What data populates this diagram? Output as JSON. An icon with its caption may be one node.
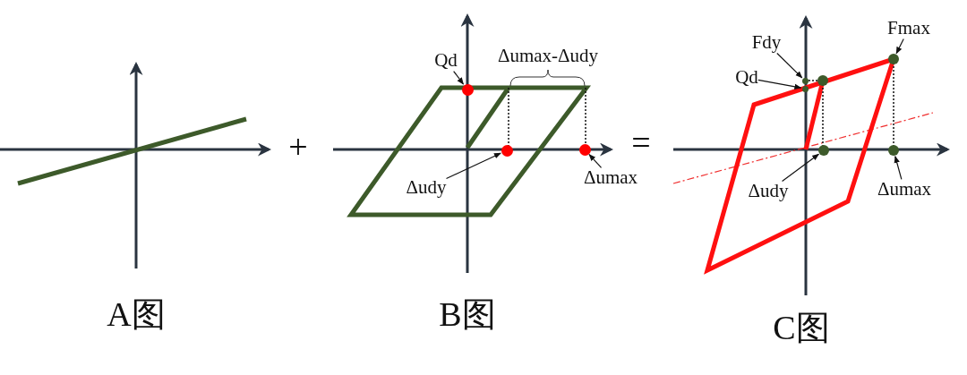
{
  "diagram": {
    "nodes": [
      {
        "text": [
          "Qd"
        ]
      },
      {
        "text": [],
        "shape": "circle"
      },
      {
        "text": [
          "Δudy"
        ]
      },
      {
        "text": [],
        "shape": "circle"
      },
      {
        "text": [
          "Δumax"
        ]
      },
      {
        "text": [],
        "shape": "circle"
      },
      {
        "text": [
          "Fdy"
        ]
      },
      {
        "text": [],
        "shape": "circle"
      },
      {
        "text": [
          "Qd"
        ]
      },
      {
        "text": [],
        "shape": "circle"
      },
      {
        "text": [
          "Fmax"
        ]
      },
      {
        "text": [],
        "shape": "circle"
      },
      {
        "text": [
          "Δudy"
        ]
      },
      {
        "text": [],
        "shape": "circle"
      },
      {
        "text": [
          "Δumax"
        ]
      },
      {
        "text": [],
        "shape": "circle"
      }
    ],
    "edges": [
      {
        "from": 0,
        "to": 1,
        "arrow": "to"
      },
      {
        "from": 2,
        "to": 3,
        "arrow": "to"
      },
      {
        "from": 4,
        "to": 5,
        "arrow": "to"
      },
      {
        "from": 6,
        "to": 7,
        "arrow": "to"
      },
      {
        "from": 8,
        "to": 9,
        "arrow": "to"
      },
      {
        "from": 10,
        "to": 11,
        "arrow": "to"
      },
      {
        "from": 12,
        "to": 13,
        "arrow": "to"
      },
      {
        "from": 14,
        "to": 15,
        "arrow": "to"
      }
    ],
    "labels": [
      "Δumax-Δudy",
      "+",
      "=",
      "A图",
      "B图",
      "C图"
    ]
  }
}
